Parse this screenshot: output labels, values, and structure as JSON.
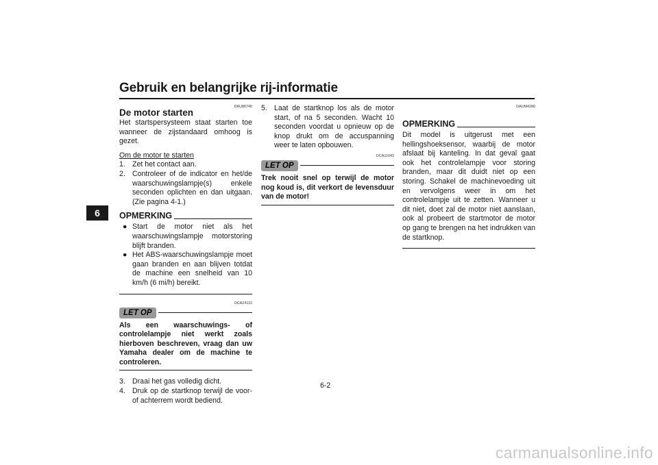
{
  "header": {
    "title": "Gebruik en belangrijke rij-informatie",
    "chapter": "6"
  },
  "footer": {
    "page_number": "6-2",
    "watermark": "carmanualsonline.info"
  },
  "col1": {
    "code1": "DAU86740",
    "section_title": "De motor starten",
    "intro": "Het startspersysteem staat starten toe wanneer de zijstandaard omhoog is gezet.",
    "subheading": "Om de motor te starten",
    "steps": [
      {
        "num": "1.",
        "text": "Zet het contact aan."
      },
      {
        "num": "2.",
        "text": "Controleer of de indicator en het/de waarschuwingslampje(s) enkele seconden oplichten en dan uitgaan. (Zie pagina 4-1.)"
      }
    ],
    "note_label": "OPMERKING",
    "note_bullets": [
      "Start de motor niet als het waarschuwingslampje motorstoring blijft branden.",
      "Het ABS-waarschuwingslampje moet gaan branden en aan blijven totdat de machine een snelheid van 10 km/h (6 mi/h) bereikt."
    ],
    "code2": "DCA24110",
    "caution_label": "LET OP",
    "caution_text": "Als een waarschuwings- of controlelampje niet werkt zoals hierboven beschreven, vraag dan uw Yamaha dealer om de machine te controleren.",
    "steps2": [
      {
        "num": "3.",
        "text": "Draai het gas volledig dicht."
      },
      {
        "num": "4.",
        "text": "Druk op de startknop terwijl de voor- of achterrem wordt bediend."
      }
    ]
  },
  "col2": {
    "steps": [
      {
        "num": "5.",
        "text": "Laat de startknop los als de motor start, of na 5 seconden. Wacht 10 seconden voordat u opnieuw op de knop drukt om de accuspanning weer te laten opbouwen."
      }
    ],
    "code": "DCA11043",
    "caution_label": "LET OP",
    "caution_text": "Trek nooit snel op terwijl de motor nog koud is, dit verkort de levensduur van de motor!"
  },
  "col3": {
    "code": "DAUM4280",
    "note_label": "OPMERKING",
    "note_text": "Dit model is uitgerust met een hellingshoeksensor, waarbij de motor afslaat bij kanteling. In dat geval gaat ook het controlelampje voor storing branden, maar dit duidt niet op een storing. Schakel de machinevoeding uit en vervolgens weer in om het controlelampje uit te zetten. Wanneer u dit niet, doet zal de motor niet aanslaan, ook al probeert de startmotor de motor op gang te brengen na het indrukken van de startknop."
  }
}
